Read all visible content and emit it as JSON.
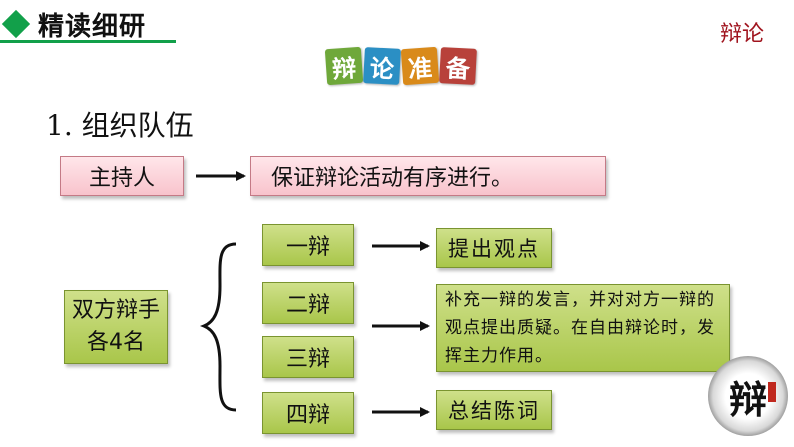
{
  "header": {
    "title": "精读细研",
    "topic": "辩论"
  },
  "badges": [
    {
      "char": "辩",
      "color": "#6fa83a"
    },
    {
      "char": "论",
      "color": "#2b8fc4"
    },
    {
      "char": "准",
      "color": "#d98a1a"
    },
    {
      "char": "备",
      "color": "#b8413a"
    }
  ],
  "section_title": "1. 组织队伍",
  "host": {
    "label": "主持人",
    "duty": "保证辩论活动有序进行。"
  },
  "team": {
    "line1": "双方辩手",
    "line2": "各4名"
  },
  "debaters": [
    "一辩",
    "二辩",
    "三辩",
    "四辩"
  ],
  "roles": {
    "first": "提出观点",
    "middle": "补充一辩的发言，并对对方一辩的观点提出质疑。在自由辩论时，发挥主力作用。",
    "fourth": "总结陈词"
  },
  "seal": {
    "char": "辩"
  },
  "colors": {
    "accent_green": "#12a04a",
    "topic_red": "#a0141e"
  }
}
